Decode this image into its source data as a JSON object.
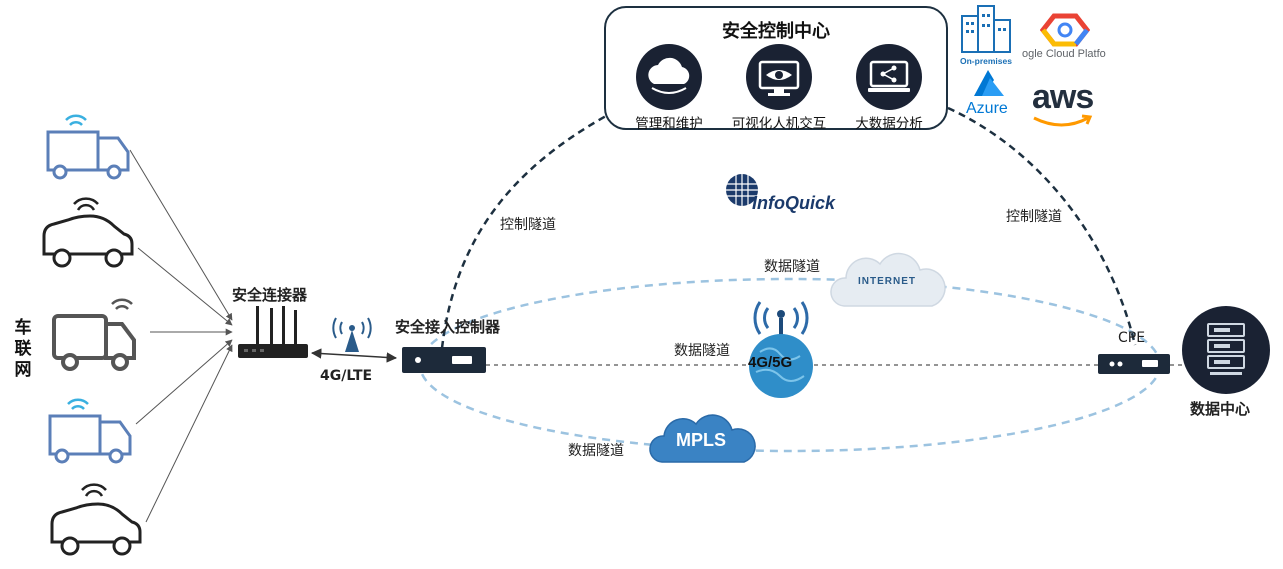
{
  "vehicle_network_label": [
    "车",
    "联",
    "网"
  ],
  "security_connector_label": "安全连接器",
  "lte_label": "4G/LTE",
  "access_controller_label": "安全接入控制器",
  "control_center": {
    "title": "安全控制中心",
    "items": [
      {
        "label": "管理和维护",
        "icon": "cloud-icon"
      },
      {
        "label": "可视化人机交互",
        "icon": "eye-monitor-icon"
      },
      {
        "label": "大数据分析",
        "icon": "share-monitor-icon"
      }
    ]
  },
  "cloud_providers": {
    "onprem_label": "On-premises",
    "gcloud_label": "ogle Cloud Platfo",
    "azure_label": "Azure",
    "aws_label": "aws"
  },
  "brand": "InfoQuick",
  "tunnels": {
    "control_left": "控制隧道",
    "control_right": "控制隧道",
    "data_top": "数据隧道",
    "data_middle": "数据隧道",
    "data_bottom": "数据隧道"
  },
  "internet_label": "INTERNET",
  "mpls_label": "MPLS",
  "network_45g_label": "4G/5G",
  "cpe_label": "CPE",
  "data_center_label": "数据中心",
  "colors": {
    "dark": "#1a2233",
    "dashed_blue": "#9cc3e0",
    "control_dash": "#1d3040",
    "truck_blue": "#5b7fb8",
    "wifi_cyan": "#3ab0e0"
  }
}
